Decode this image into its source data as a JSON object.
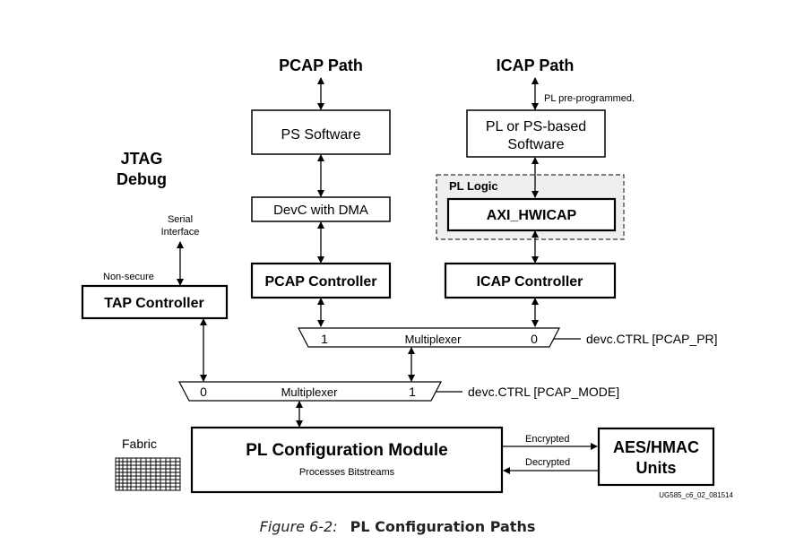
{
  "diagram": {
    "pcap_path_title": "PCAP Path",
    "icap_path_title": "ICAP Path",
    "pl_preprogrammed_note": "PL pre-programmed.",
    "ps_software": "PS Software",
    "pl_ps_software_line1": "PL or PS-based",
    "pl_ps_software_line2": "Software",
    "jtag_debug_line1": "JTAG",
    "jtag_debug_line2": "Debug",
    "pl_logic_label": "PL Logic",
    "axi_hwicap": "AXI_HWICAP",
    "devc_dma": "DevC with DMA",
    "serial_interface_line1": "Serial",
    "serial_interface_line2": "Interface",
    "non_secure": "Non-secure",
    "tap_controller": "TAP Controller",
    "pcap_controller": "PCAP Controller",
    "icap_controller": "ICAP Controller",
    "mux1": {
      "left": "1",
      "label": "Multiplexer",
      "right": "0",
      "control": "devc.CTRL [PCAP_PR]"
    },
    "mux2": {
      "left": "0",
      "label": "Multiplexer",
      "right": "1",
      "control": "devc.CTRL [PCAP_MODE]"
    },
    "fabric": "Fabric",
    "pl_config_module": "PL Configuration Module",
    "processes_bitstreams": "Processes Bitstreams",
    "encrypted": "Encrypted",
    "decrypted": "Decrypted",
    "aes_hmac_line1": "AES/HMAC",
    "aes_hmac_line2": "Units",
    "doc_id": "UG585_c6_02_081514"
  },
  "caption": {
    "figure_number": "Figure 6-2:",
    "figure_title": "PL Configuration Paths"
  }
}
